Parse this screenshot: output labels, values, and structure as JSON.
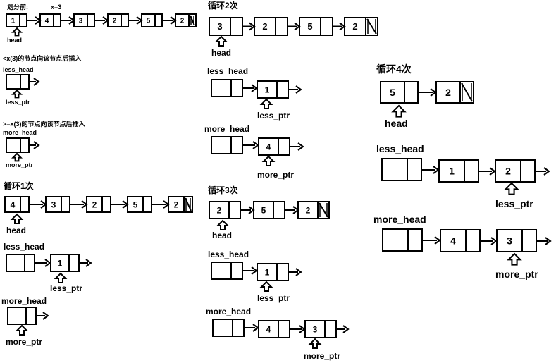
{
  "colors": {
    "ink": "#000000",
    "highlight": "#e00000",
    "background": "#ffffff"
  },
  "top_left": {
    "title": "划分前:",
    "x_note": "x=3"
  },
  "before": {
    "nodes": [
      "1",
      "4",
      "3",
      "2",
      "5",
      "2"
    ],
    "pointer_label": "head"
  },
  "less_caption": "<x(3)的节点向该节点后插入",
  "more_caption": ">=x(3)的节点向该节点后插入",
  "labels": {
    "head": "head",
    "less_head": "less_head",
    "less_ptr": "less_ptr",
    "more_head": "more_head",
    "more_ptr": "more_ptr"
  },
  "rounds": [
    {
      "title": "循环1次",
      "head": [
        "4",
        "3",
        "2",
        "5",
        "2"
      ],
      "less": [
        "1"
      ],
      "more": []
    },
    {
      "title": "循环2次",
      "head": [
        "3",
        "2",
        "5",
        "2"
      ],
      "less": [
        "1"
      ],
      "more": [
        "4"
      ]
    },
    {
      "title": "循环3次",
      "head": [
        "2",
        "5",
        "2"
      ],
      "less": [
        "1"
      ],
      "more": [
        "4",
        "3"
      ]
    },
    {
      "title": "循环4次",
      "head": [
        "5",
        "2"
      ],
      "less": [
        "1",
        "2"
      ],
      "more": [
        "4",
        "3"
      ]
    }
  ],
  "icons": [
    "right-arrow-icon",
    "up-arrow-icon",
    "null-slash-icon"
  ]
}
